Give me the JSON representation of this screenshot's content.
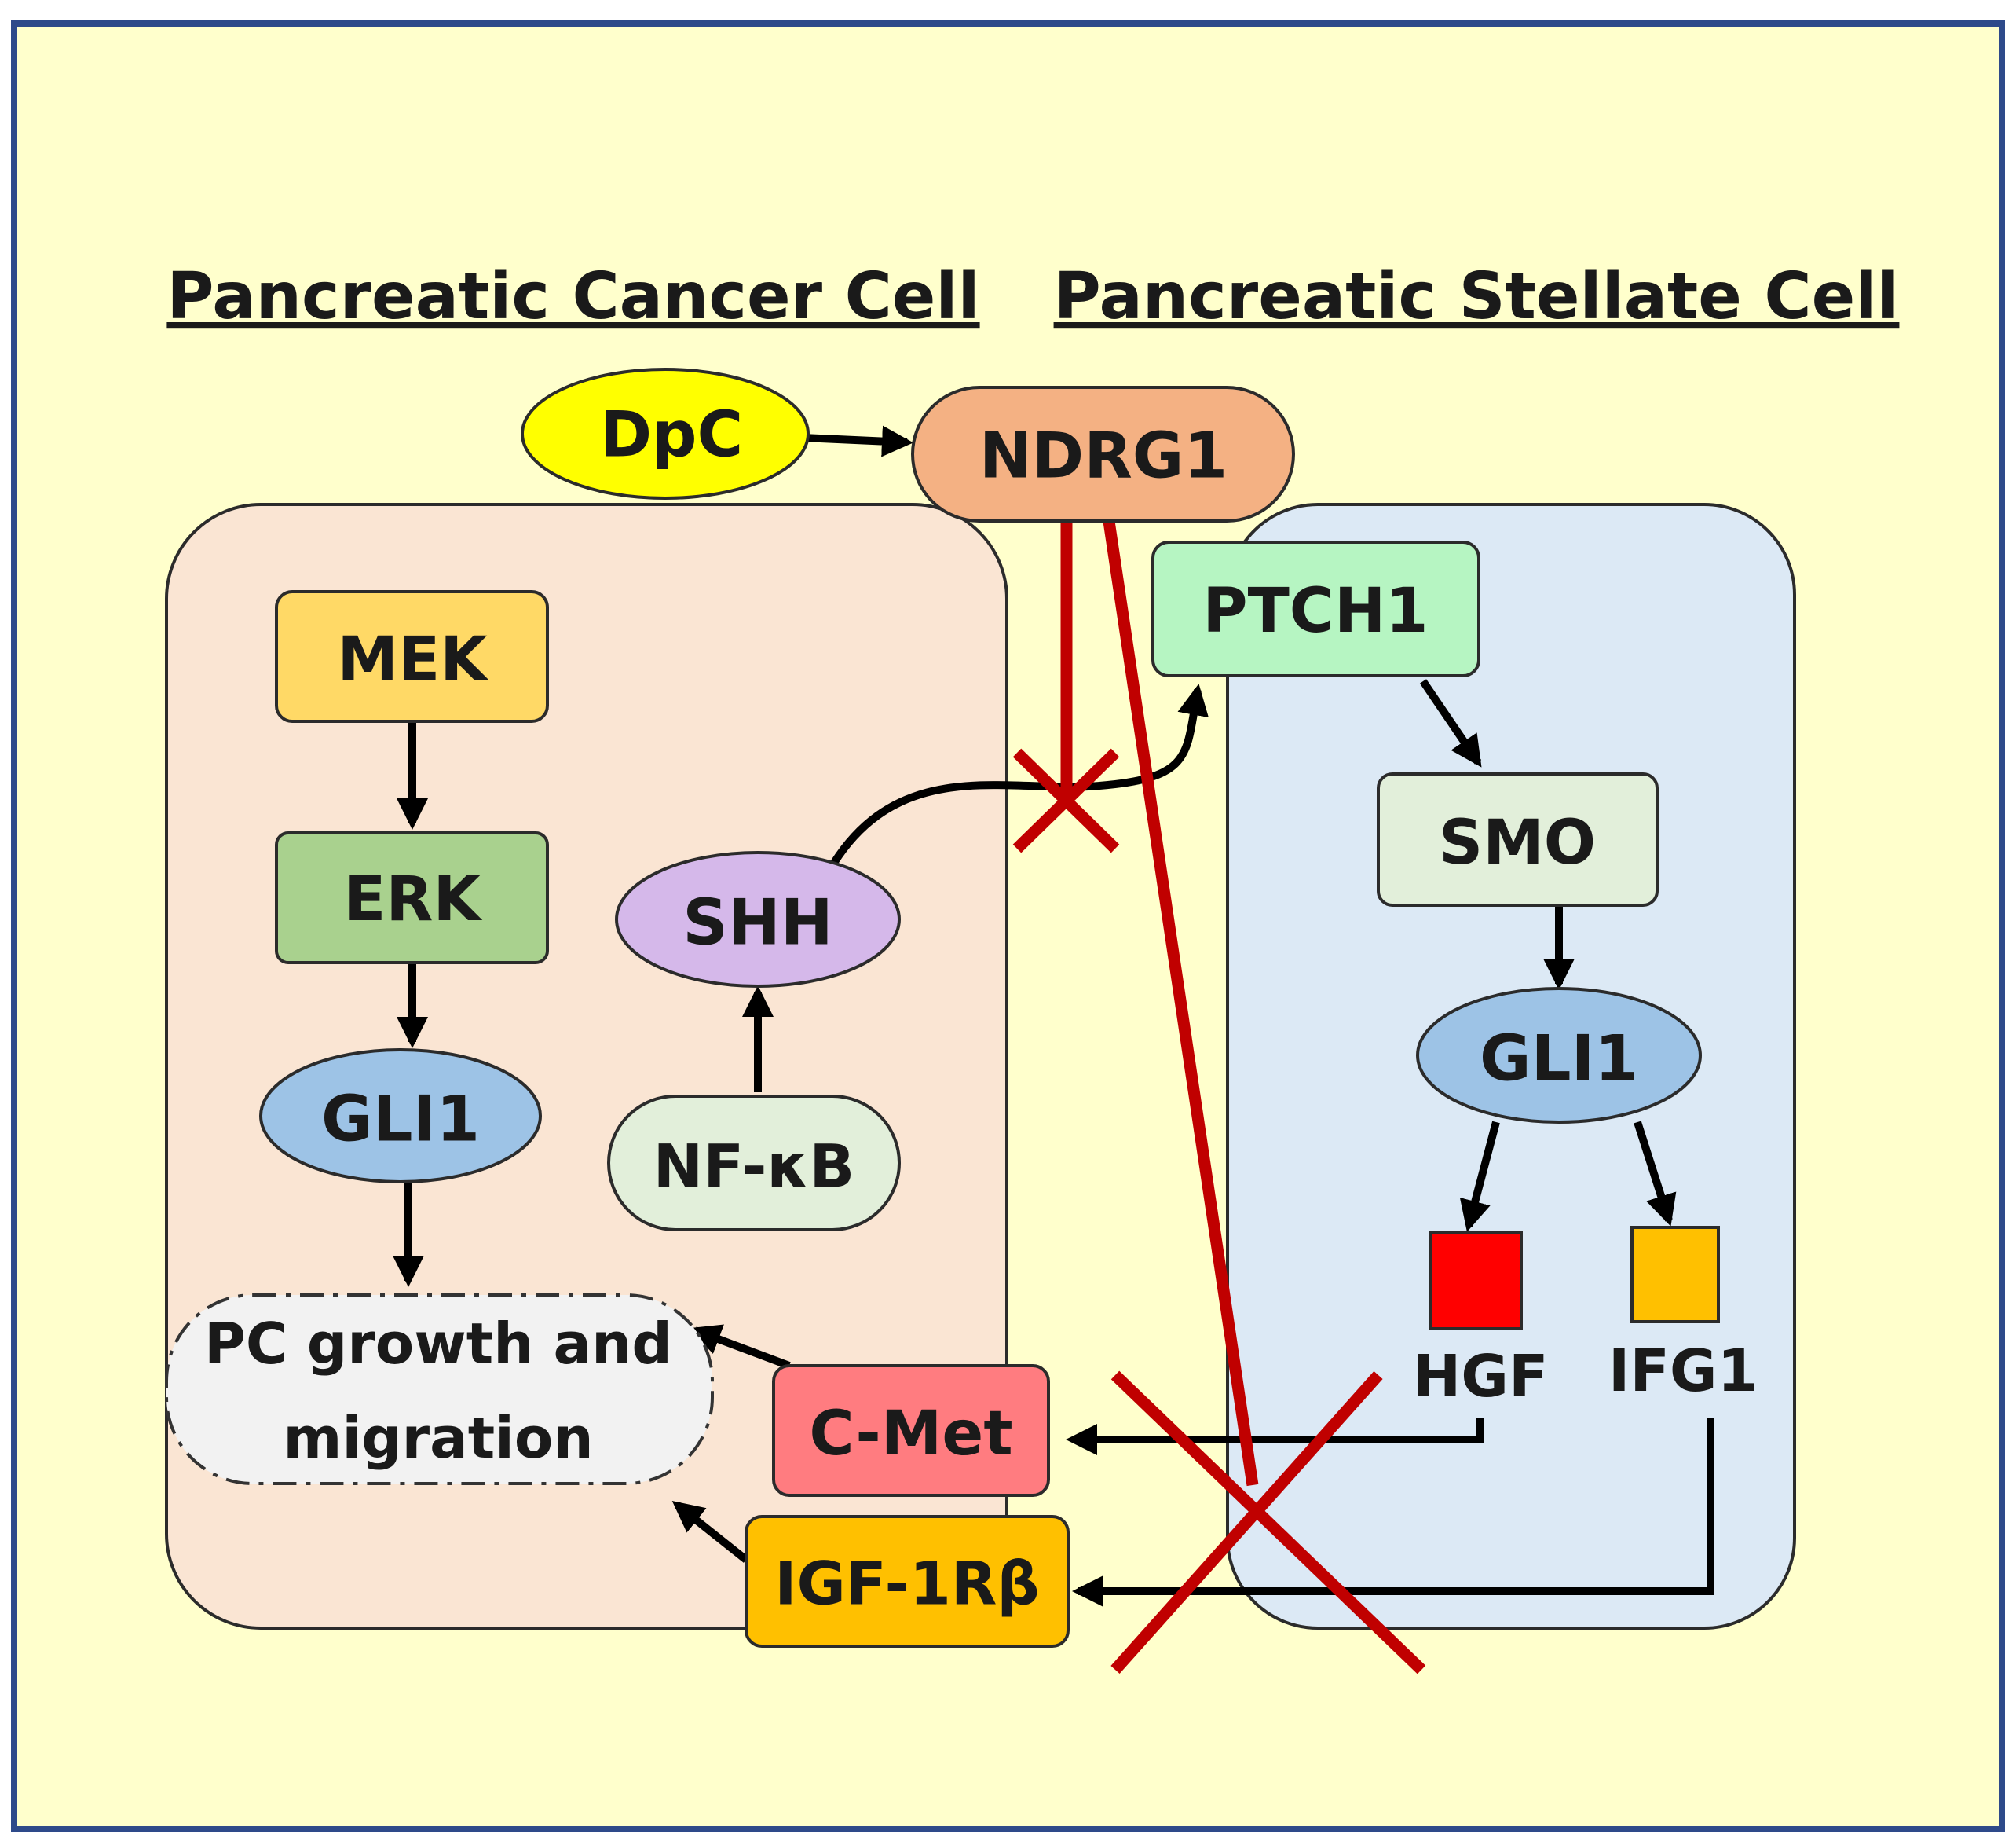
{
  "titles": {
    "cancer_cell": "Pancreatic Cancer Cell",
    "stellate_cell": "Pancreatic Stellate Cell"
  },
  "nodes": {
    "dpc": "DpC",
    "ndrg1": "NDRG1",
    "mek": "MEK",
    "erk": "ERK",
    "gli1_cancer": "GLI1",
    "shh": "SHH",
    "nfkb": "NF-κB",
    "outcome_line1": "PC growth and",
    "outcome_line2": "migration",
    "cmet": "C-Met",
    "igf1rb": "IGF-1Rβ",
    "ptch1": "PTCH1",
    "smo": "SMO",
    "gli1_stellate": "GLI1",
    "hgf": "HGF",
    "ifg1": "IFG1"
  },
  "colors": {
    "background": "#ffffcc",
    "border": "#2e4a8a",
    "cancer_cell": "#fae5d3",
    "stellate_cell": "#dce9f5",
    "dpc": "#ffff00",
    "ndrg1": "#f4b183",
    "mek": "#ffd966",
    "erk": "#a9d18e",
    "gli1": "#9dc3e6",
    "shh": "#d5b8ea",
    "nfkb": "#e2efda",
    "outcome": "#f2f2f2",
    "cmet": "#ff7c80",
    "igf1rb": "#ffc000",
    "ptch1": "#b6f5c2",
    "smo": "#e2efda",
    "hgf": "#ff0000",
    "ifg1": "#ffc000",
    "inhibition": "#c00000"
  }
}
